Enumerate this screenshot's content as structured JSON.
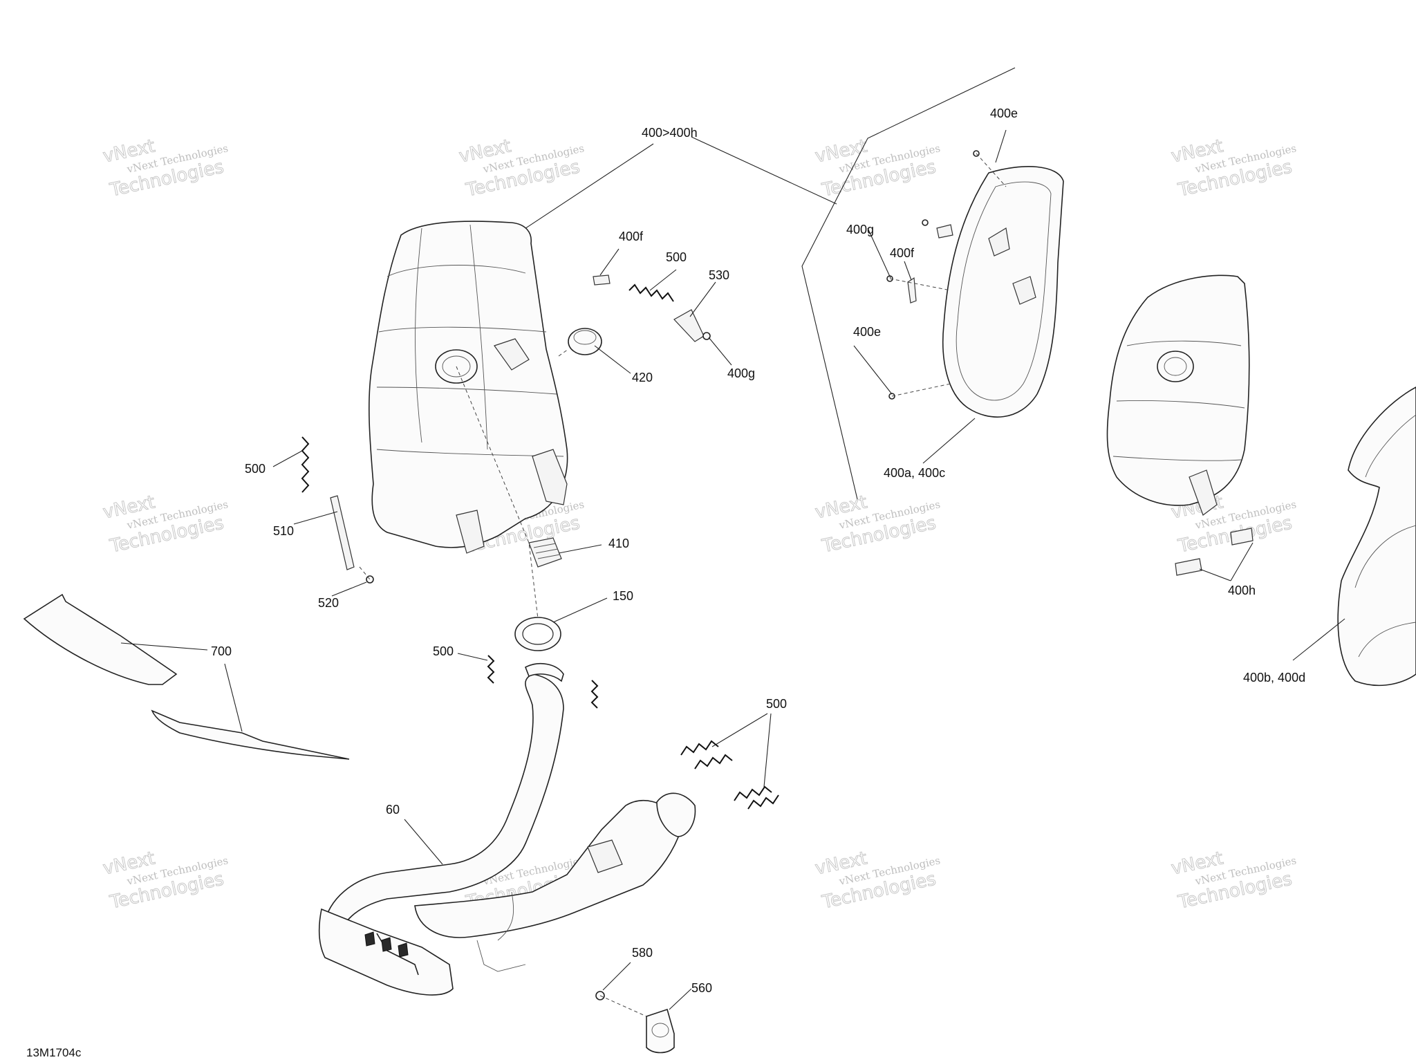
{
  "diagram_code": "13M1704c",
  "watermark": {
    "line1": "vNext Technologies",
    "line2": "vNext",
    "line3": "Technologies"
  },
  "callouts": {
    "c400_400h": "400>400h",
    "c400e_top": "400e",
    "c400g_right": "400g",
    "c400f_right": "400f",
    "c400e_right": "400e",
    "c400a_400c": "400a, 400c",
    "c400f_left": "400f",
    "c500_top": "500",
    "c530": "530",
    "c420": "420",
    "c400g_left": "400g",
    "c500_left": "500",
    "c510": "510",
    "c520": "520",
    "c410": "410",
    "c150": "150",
    "c700": "700",
    "c500_mid": "500",
    "c500_right": "500",
    "c60": "60",
    "c580": "580",
    "c560": "560",
    "c400h": "400h",
    "c400b_400d": "400b, 400d"
  }
}
